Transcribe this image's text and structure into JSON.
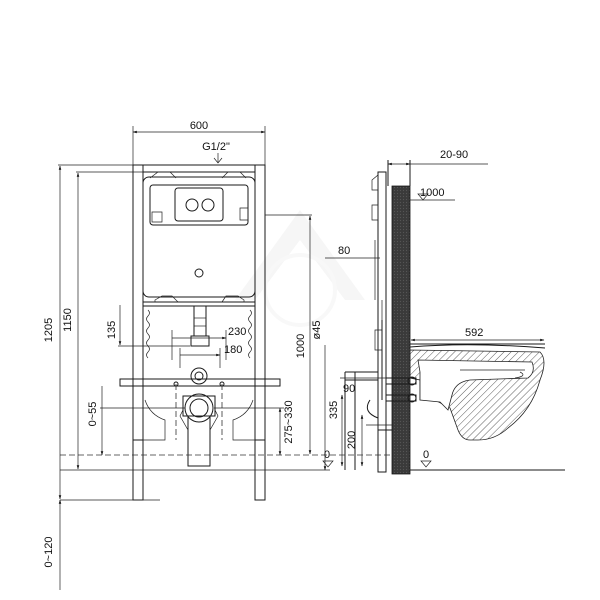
{
  "dimensions": {
    "frame_width": "600",
    "inlet": "G1/2\"",
    "height_1205": "1205",
    "height_1150": "1150",
    "height_1000": "1000",
    "dim_135": "135",
    "dim_230": "230",
    "dim_180": "180",
    "dim_0_55": "0~55",
    "dim_275_330": "275~330",
    "dim_0_120": "0~120",
    "wall_20_90": "20-90",
    "level_1000": "1000",
    "dim_80": "80",
    "dia_45": "ø45",
    "dim_90": "90",
    "dim_335": "335",
    "dim_200": "200",
    "pan_592": "592",
    "floor_0_a": "0",
    "floor_0_b": "0"
  },
  "colors": {
    "line": "#1a1a1a",
    "wall_fill": "#3a3a3a",
    "watermark": "#e6e6e6"
  }
}
